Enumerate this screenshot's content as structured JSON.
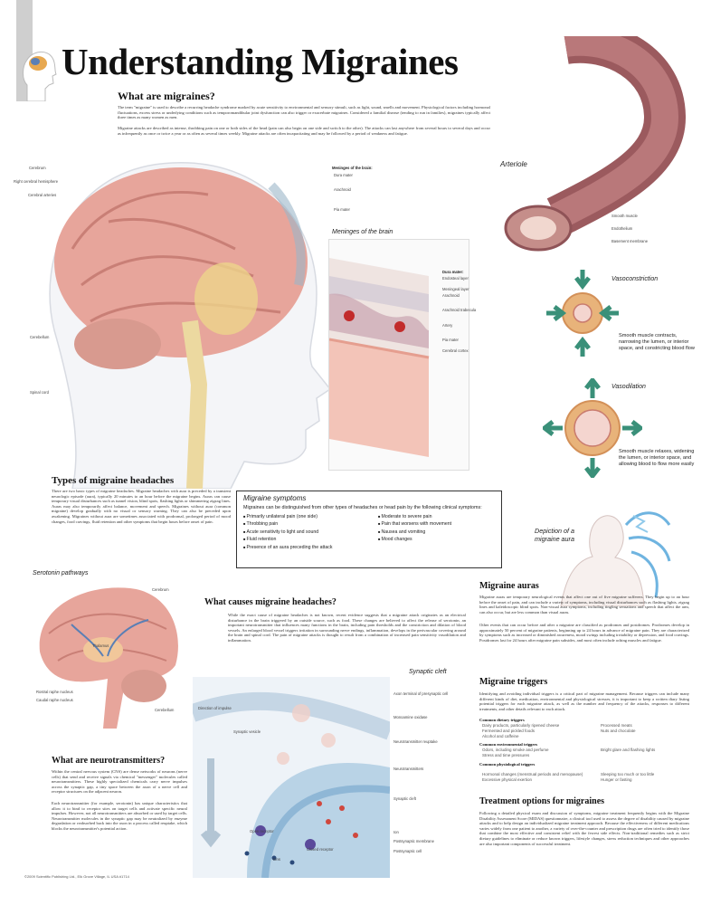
{
  "title": "Understanding Migraines",
  "what_are_migraines": {
    "heading": "What are migraines?",
    "p1": "The term \"migraine\" is used to describe a recurring headache syndrome marked by acute sensitivity to environmental and sensory stimuli, such as light, sound, smells and movement. Physiological factors including hormonal fluctuations, excess stress or underlying conditions such as temporomandibular joint dysfunction can also trigger or exacerbate migraines. Considered a familial disease (tending to run in families), migraines typically affect three times as many women as men.",
    "p2": "Migraine attacks are described as intense, throbbing pain on one or both sides of the head (pain can also begin on one side and switch to the other). The attacks can last anywhere from several hours to several days and occur as infrequently as once or twice a year or as often as several times weekly. Migraine attacks are often incapacitating and may be followed by a period of weakness and fatigue."
  },
  "head_labels": {
    "cerebrum": "Cerebrum",
    "right_hemisphere": "Right cerebral hemisphere",
    "cerebral_arteries": "Cerebral arteries",
    "cerebellum": "Cerebellum",
    "spinal_cord": "Spinal cord",
    "meninges_title": "Meninges of the brain:",
    "dura": "Dura mater",
    "arachnoid": "Arachnoid",
    "pia": "Pia mater"
  },
  "meninges_panel": {
    "title": "Meninges of the brain",
    "labels": [
      "Dura mater:",
      "Endosteal layer",
      "Meningeal layer",
      "Arachnoid",
      "Arachnoid trabecula",
      "Artery",
      "Pia mater",
      "Cerebral cortex"
    ]
  },
  "arteriole": {
    "title": "Arteriole",
    "labels": [
      "Smooth muscle",
      "Endothelium",
      "Basement membrane"
    ]
  },
  "vasoconstriction": {
    "title": "Vasoconstriction",
    "desc": "Smooth muscle contracts, narrowing the lumen, or interior space, and constricting blood flow"
  },
  "vasodilation": {
    "title": "Vasodilation",
    "desc": "Smooth muscle relaxes, widening the lumen, or interior space, and allowing blood to flow more easily"
  },
  "types": {
    "heading": "Types of migraine headaches",
    "text": "There are two basic types of migraine headaches. Migraine headaches with aura is preceded by a transient neurologic episode (aura), typically 20 minutes to an hour before the migraine begins. Auras can cause temporary visual disturbances such as tunnel vision, blind spots, flashing lights or shimmering zigzag lines. Auras may also temporarily affect balance, movement and speech. Migraines without aura (common migraine) develop gradually with no visual or sensory warning. They can also be preceded upon awakening. Migraines without aura are sometimes associated with prodromal, prolonged period of mood changes, food cravings, fluid retention and other symptoms that begin hours before onset of pain."
  },
  "symptoms": {
    "heading": "Migraine symptoms",
    "intro": "Migraines can be distinguished from other types of headaches or head pain by the following clinical symptoms:",
    "left": [
      "Primarily unilateral pain (one side)",
      "Throbbing pain",
      "Acute sensitivity to light and sound",
      "Fluid retention",
      "Presence of an aura preceding the attack"
    ],
    "right": [
      "Moderate to severe pain",
      "Pain that worsens with movement",
      "Nausea and vomiting",
      "Mood changes"
    ]
  },
  "aura_depiction": "Depiction of a migraine aura",
  "serotonin": {
    "title": "Serotonin pathways",
    "labels": [
      "Cerebrum",
      "Thalamus",
      "Rostral raphe nucleus",
      "Caudal raphe nucleus",
      "Cerebellum"
    ]
  },
  "causes": {
    "heading": "What causes migraine headaches?",
    "text": "While the exact cause of migraine headaches is not known, recent evidence suggests that a migraine attack originates as an electrical disturbance in the brain triggered by an outside source, such as food. These changes are believed to affect the release of serotonin, an important neurotransmitter that influences many functions in the brain, including pain thresholds and the constriction and dilation of blood vessels. An enlarged blood vessel triggers irritation in surrounding nerve endings, inflammation, develops in the perivascular covering around the brain and spinal cord. The pain of migraine attacks is thought to result from a combination of increased pain sensitivity vasodilation and inflammation."
  },
  "synaptic": {
    "title": "Synaptic cleft",
    "left_labels": [
      "Direction of impulse",
      "Synaptic vesicle",
      "Open receptor",
      "Closed receptor",
      "Ions"
    ],
    "right_labels": [
      "Axon terminal of presynaptic cell",
      "Monoamine oxidase",
      "Neurotransmitter reuptake",
      "Neurotransmitters",
      "Synaptic cleft",
      "Ion",
      "Postsynaptic membrane",
      "Postsynaptic cell"
    ]
  },
  "neurotransmitters": {
    "heading": "What are neurotransmitters?",
    "p1": "Within the central nervous system (CNS) are dense networks of neurons (nerve cells) that send and receive signals via chemical \"messenger\" molecules called neurotransmitters. These highly specialized chemicals carry nerve impulses across the synaptic gap, a tiny space between the axon of a nerve cell and receptor structures on the adjacent neuron.",
    "p2": "Each neurotransmitter (for example, serotonin) has unique characteristics that allow it to bind to receptor sites on target cells and activate specific neural impulses. However, not all neurotransmitters are absorbed or used by target cells. Neurotransmitter molecules in the synaptic gap may be neutralized by enzyme degradation or reabsorbed back into the axon in a process called reuptake, which blocks the neurotransmitter's potential action."
  },
  "auras": {
    "heading": "Migraine auras",
    "p1": "Migraine auras are temporary neurological events that affect one out of five migraine sufferers. They begin up to an hour before the onset of pain, and can include a variety of symptoms, including visual disturbances such as flashing lights, zigzag lines and kaleidoscopic blind spots. Non-visual aura symptoms, including tingling sensations and speech that affect the arm, can also occur, but are less common than visual auras.",
    "p2": "Other events that can occur before and after a migraine are classified as prodromes and postdromes. Prodromes develop in approximately 50 percent of migraine patients, beginning up to 24 hours in advance of migraine pain. They are characterized by symptoms such as increased or diminished awareness, mood swings including irritability or depression, and food cravings. Postdromes last for 24 hours after migraine pain subsides, and most often include aching muscles and fatigue."
  },
  "triggers": {
    "heading": "Migraine triggers",
    "intro": "Identifying and avoiding individual triggers is a critical part of migraine management. Because triggers can include many different kinds of diet, medication, environmental and physiological stresses, it is important to keep a written diary listing potential triggers for each migraine attack, as well as the number and frequency of the attacks, responses to different treatments, and other details relevant to each attack.",
    "dietary_heading": "Common dietary triggers",
    "dietary": [
      "Dairy products, particularly ripened cheese",
      "Processed meats",
      "Fermented and pickled foods",
      "Nuts and chocolate",
      "Alcohol and caffeine"
    ],
    "env_heading": "Common environmental triggers",
    "env": [
      "Odors, including smoke and perfume",
      "Bright glare and flashing lights",
      "Stress and time pressures"
    ],
    "phys_heading": "Common physiological triggers",
    "phys": [
      "Hormonal changes (menstrual periods and menopause)",
      "Sleeping too much or too little",
      "Excessive physical exertion",
      "Hunger or fasting"
    ]
  },
  "treatment": {
    "heading": "Treatment options for migraines",
    "text": "Following a detailed physical exam and discussion of symptoms, migraine treatment frequently begins with the Migraine Disability Assessment Score (MIDAS) questionnaire, a clinical tool used to assess the degree of disability caused by migraine attacks and to help design an individualized migraine treatment approach. Because the effectiveness of different medications varies widely from one patient to another, a variety of over-the-counter and prescription drugs are often tried to identify those that combine the most effective and consistent relief with the fewest side effects. Non-traditional remedies such as strict dietary guidelines to eliminate or reduce known triggers, lifestyle changes, stress reduction techniques and other approaches are also important components of successful treatment."
  },
  "footer": "©2009 Scientific Publishing Ltd., Elk Grove Village, IL USA  #1714"
}
